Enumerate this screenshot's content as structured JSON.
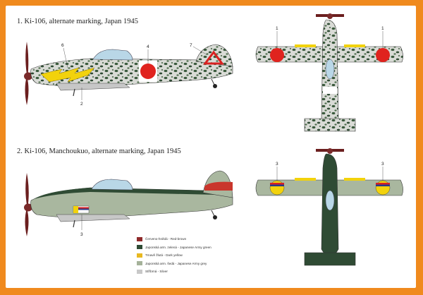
{
  "captions": {
    "profile1": "1. Ki-106, alternate marking, Japan 1945",
    "profile2": "2. Ki-106, Manchoukuo, alternate marking, Japan 1945"
  },
  "callouts": {
    "p1_side_6": "6",
    "p1_side_4": "4",
    "p1_side_7": "7",
    "p1_side_2": "2",
    "p1_top_left": "1",
    "p1_top_right": "1",
    "p2_side_3": "3",
    "p2_top_left": "3",
    "p2_top_right": "3"
  },
  "legend": [
    {
      "label": "Červeno-hnědá - Red-brown",
      "color": "#8f2a2a"
    },
    {
      "label": "Japonská arm. zelená - Japanese Army green",
      "color": "#2f4b34"
    },
    {
      "label": "Tmavě žlutá - Dark yellow",
      "color": "#e8b820"
    },
    {
      "label": "Japonská arm. šedá - Japanese Army grey",
      "color": "#a5b29a"
    },
    {
      "label": "Stříbrná - Silver",
      "color": "#c8c8c8"
    }
  ],
  "colors": {
    "frame": "#f08a1e",
    "hinomaru": "#e0231e",
    "army_green": "#2f4b34",
    "grey_green": "#a9b79f",
    "silver": "#dedfdc",
    "yellow": "#f2d20c",
    "red_brown": "#8f2a2a"
  }
}
